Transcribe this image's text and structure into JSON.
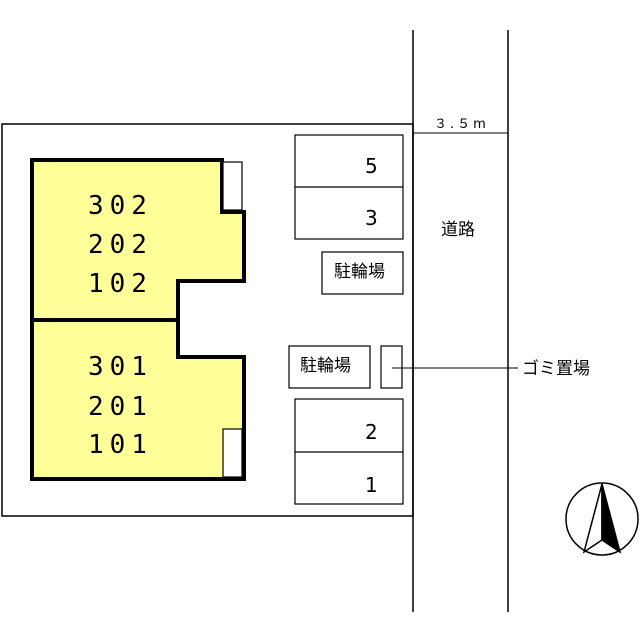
{
  "building": {
    "upper_units": [
      "302",
      "202",
      "102"
    ],
    "lower_units": [
      "301",
      "201",
      "101"
    ],
    "fill_color": "#ffff99"
  },
  "parking": {
    "spaces": [
      "5",
      "3",
      "2",
      "1"
    ]
  },
  "bicycle_parking": {
    "label_upper": "駐輪場",
    "label_lower": "駐輪場"
  },
  "garbage": {
    "label": "ゴミ置場"
  },
  "road": {
    "label": "道路",
    "width": "３.５m"
  },
  "north_arrow_icon": "north-arrow-icon"
}
